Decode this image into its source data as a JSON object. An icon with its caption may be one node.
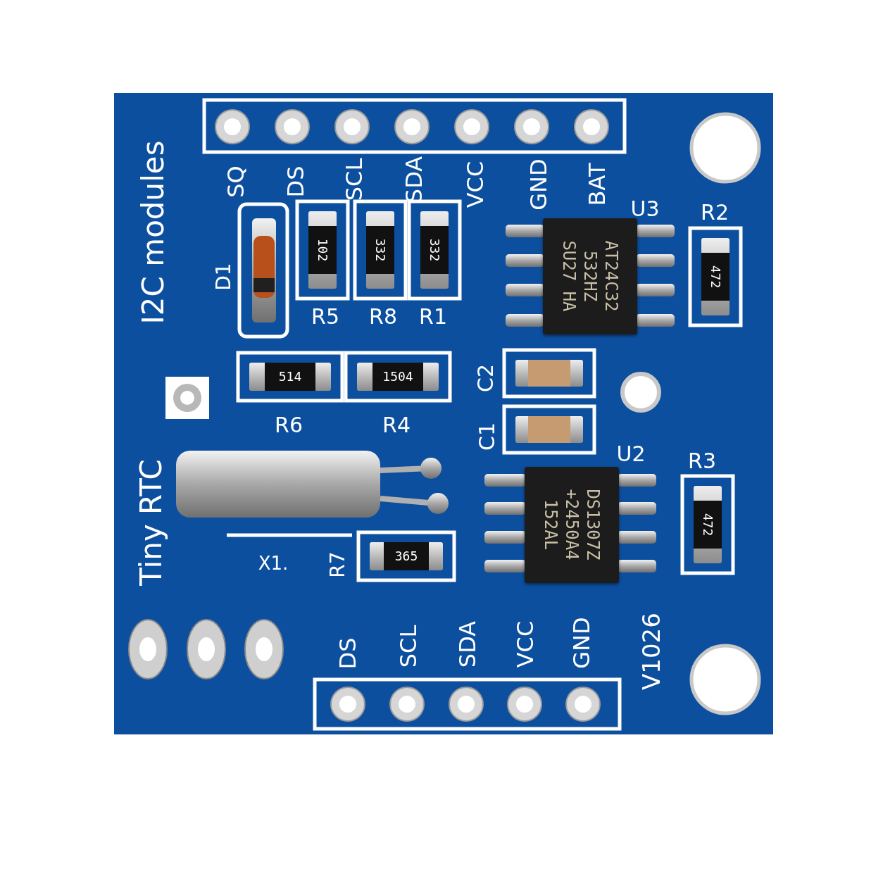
{
  "diagram": {
    "nodes": [
      {
        "text": [
          "102"
        ]
      },
      {
        "text": [
          "332"
        ]
      },
      {
        "text": [
          "332"
        ]
      },
      {
        "text": [
          "AT24C32 532HZ SU27 HA"
        ]
      },
      {
        "text": [
          "472"
        ]
      },
      {
        "text": [
          "514"
        ]
      },
      {
        "text": [
          "1504"
        ]
      },
      {
        "text": [],
        "shape": "box"
      },
      {
        "text": [],
        "shape": "box"
      },
      {
        "text": [
          "DS1307Z +2450A4 152AL"
        ]
      },
      {
        "text": [
          "472"
        ]
      },
      {
        "text": [
          "365"
        ]
      }
    ],
    "labels": [
      "SQ",
      "DS",
      "SCL",
      "SDA",
      "VCC",
      "GND",
      "BAT",
      "I2C modules",
      "D1",
      "R5",
      "R8",
      "R1",
      "U3",
      "R2",
      "R6",
      "R4",
      "C2",
      "C1",
      "U2",
      "R3",
      "Tiny RTC",
      "X1.",
      "R7",
      "V1026",
      "DS",
      "SCL",
      "SDA",
      "VCC",
      "GND"
    ]
  }
}
